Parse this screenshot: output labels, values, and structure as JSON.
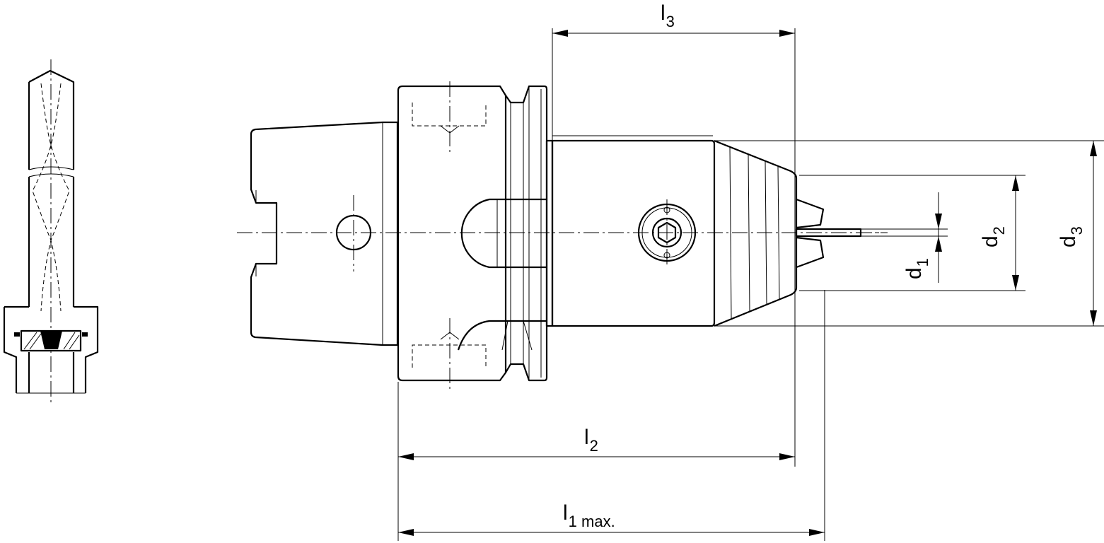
{
  "dimensions": {
    "l3": {
      "main": "l",
      "sub": "3"
    },
    "l2": {
      "main": "l",
      "sub": "2"
    },
    "l1": {
      "main": "l",
      "sub": "1 max."
    },
    "d1": {
      "main": "d",
      "sub": "1"
    },
    "d2": {
      "main": "d",
      "sub": "2"
    },
    "d3": {
      "main": "d",
      "sub": "3"
    }
  }
}
